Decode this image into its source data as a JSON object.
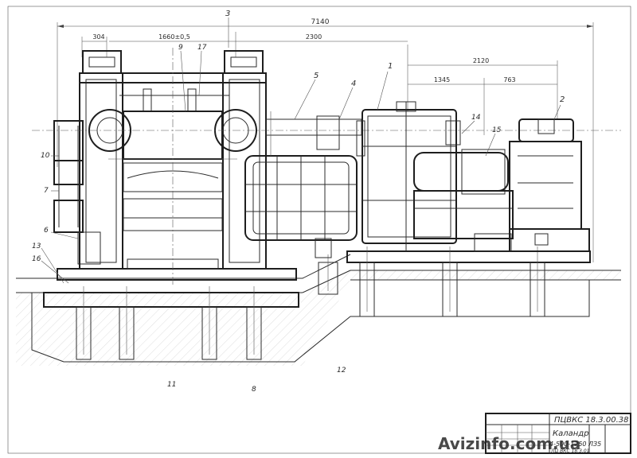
{
  "dimensions": {
    "overall": "7140",
    "d304": "304",
    "d1660": "1660±0,5",
    "d2300": "2300",
    "d2120": "2120",
    "d1345": "1345",
    "d763": "763"
  },
  "callouts": {
    "c1": "1",
    "c2": "2",
    "c3": "3",
    "c4": "4",
    "c5": "5",
    "c6": "6",
    "c7": "7",
    "c8": "8",
    "c9": "9",
    "c10": "10",
    "c11": "11",
    "c12": "12",
    "c13": "13",
    "c14": "14",
    "c15": "15",
    "c16": "16",
    "c17": "17"
  },
  "title_block": {
    "doc_code": "ПЦВКС 18.3.00.38",
    "title": "Каландр",
    "subtitle": "4-500-1250 ЛЗ5",
    "sheet_info": "ЛЦ ВКС 18.3.01"
  },
  "watermark": {
    "brand": "Avizinfo",
    "domain": ".com.ua"
  },
  "colors": {
    "line": "#2b2b2b",
    "paper": "#ffffff",
    "watermark": "#bdbdbd"
  }
}
